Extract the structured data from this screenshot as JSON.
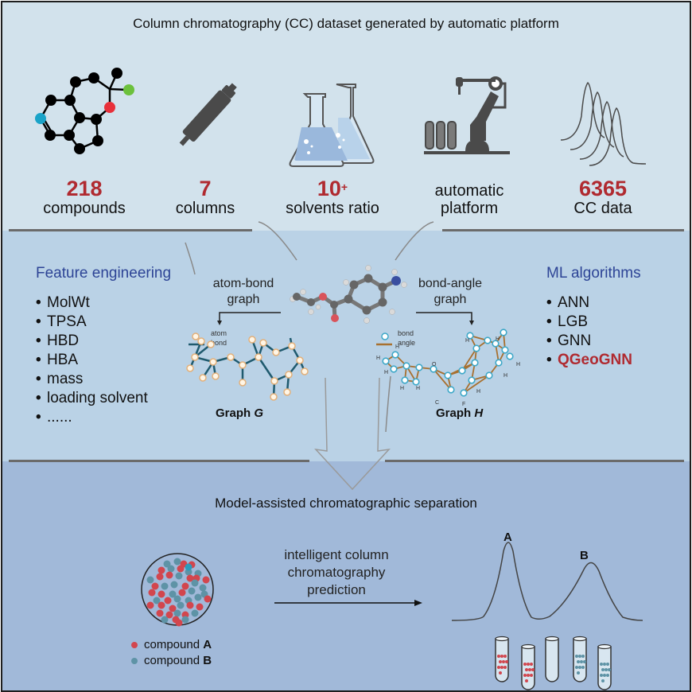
{
  "top_section": {
    "title": "Column chromatography (CC) dataset generated by automatic platform",
    "stats": [
      {
        "icon": "molecule-icon",
        "value": "218",
        "label": "compounds"
      },
      {
        "icon": "chromatography-column-icon",
        "value": "7",
        "label": "columns"
      },
      {
        "icon": "flasks-icon",
        "value": "10",
        "value_sup": "+",
        "label": "solvents ratio"
      },
      {
        "icon": "robotic-arm-icon",
        "value": "",
        "label_line1": "automatic",
        "label_line2": "platform"
      },
      {
        "icon": "chromatogram-peaks-icon",
        "value": "6365",
        "label": "CC data"
      }
    ]
  },
  "middle_section": {
    "feature_engineering": {
      "heading": "Feature engineering",
      "items": [
        "MolWt",
        "TPSA",
        "HBD",
        "HBA",
        "mass",
        "loading solvent",
        "......"
      ]
    },
    "atom_bond_graph": {
      "label_line1": "atom-bond",
      "label_line2": "graph",
      "legend_node": "atom",
      "legend_edge": "bond",
      "caption_prefix": "Graph ",
      "caption_var": "G"
    },
    "bond_angle_graph": {
      "label_line1": "bond-angle",
      "label_line2": "graph",
      "legend_node": "bond",
      "legend_edge": "angle",
      "caption_prefix": "Graph ",
      "caption_var": "H",
      "atom_labels": [
        "H",
        "H",
        "H",
        "H",
        "H",
        "O",
        "C",
        "H",
        "H",
        "H",
        "H",
        "F",
        "H"
      ]
    },
    "ml_algorithms": {
      "heading": "ML algorithms",
      "items": [
        "ANN",
        "LGB",
        "GNN"
      ],
      "highlight_item": "QGeoGNN"
    }
  },
  "bottom_section": {
    "title": "Model-assisted chromatographic separation",
    "arrow_label_line1": "intelligent column",
    "arrow_label_line2": "chromatography",
    "arrow_label_line3": "prediction",
    "legend": [
      {
        "prefix": "compound ",
        "name": "A",
        "color": "#d2464e"
      },
      {
        "prefix": "compound ",
        "name": "B",
        "color": "#5e93a6"
      }
    ],
    "peaks": [
      {
        "label": "A"
      },
      {
        "label": "B"
      }
    ]
  },
  "colors": {
    "accent_red": "#b02a30",
    "heading_blue": "#2d4496",
    "band_top": "#d2e2ec",
    "band_mid": "#bad2e6",
    "band_bot": "#a1b9d9",
    "icon_gray": "#4a4a4a",
    "bond_teal": "#1f5a6e",
    "angle_brown": "#a8702f",
    "atom_fill": "#fff6e6",
    "atom_stroke": "#e3b07a",
    "bond_node_stroke": "#3ea8c8"
  }
}
